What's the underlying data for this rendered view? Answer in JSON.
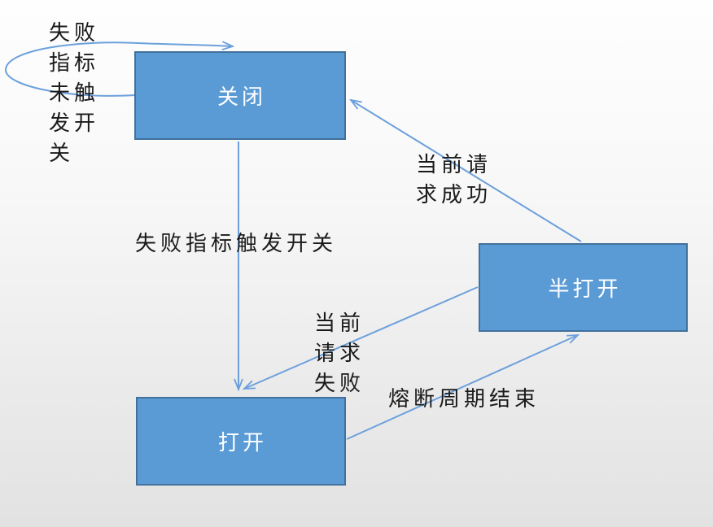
{
  "diagram": {
    "kind": "state-transition-diagram",
    "states": [
      {
        "id": "closed",
        "label": "关闭"
      },
      {
        "id": "half_open",
        "label": "半打开"
      },
      {
        "id": "open",
        "label": "打开"
      }
    ],
    "transitions": [
      {
        "id": "closed_self_loop",
        "from": "closed",
        "to": "closed",
        "label": "失败指标未触发开关"
      },
      {
        "id": "closed_to_open",
        "from": "closed",
        "to": "open",
        "label": "失败指标触发开关"
      },
      {
        "id": "half_to_closed",
        "from": "half_open",
        "to": "closed",
        "label": "当前请求成功"
      },
      {
        "id": "half_to_open",
        "from": "half_open",
        "to": "open",
        "label": "当前请求失败"
      },
      {
        "id": "open_to_half",
        "from": "open",
        "to": "half_open",
        "label": "熔断周期结束"
      }
    ],
    "colors": {
      "box_fill": "#5b9bd5",
      "box_border": "#41719c",
      "arrow": "#6ca0dc",
      "box_text": "#ffffff",
      "label_text": "#1a1a1a"
    }
  }
}
